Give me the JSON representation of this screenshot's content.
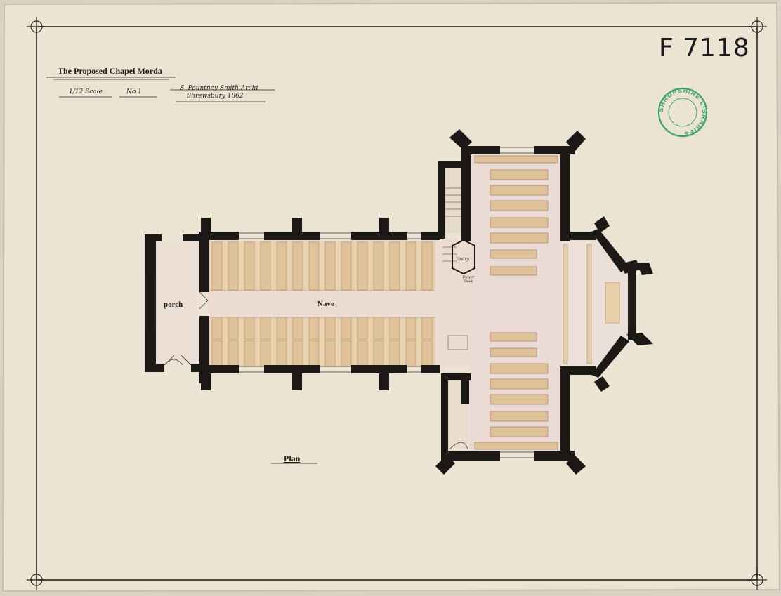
{
  "drawing": {
    "title": "The Proposed Chapel Morda",
    "scale": "1/12 Scale",
    "sheet_no": "No 1",
    "architect": "S. Pountney Smith Archt",
    "place_date": "Shrewsbury 1862",
    "plan_label": "Plan"
  },
  "rooms": {
    "porch": "porch",
    "nave": "Nave",
    "vestry": "Vestry",
    "prayer_desk": "Prayer Desk"
  },
  "archive": {
    "catalogue_number": "F 7118",
    "stamp_text": "SHROPSHIRE LIBRARIES"
  },
  "colors": {
    "paper": "#ece4d2",
    "wall": "#1b1815",
    "pew": "#e4c9a0",
    "floor": "#ecdcd4",
    "stamp": "#3aa56b"
  }
}
